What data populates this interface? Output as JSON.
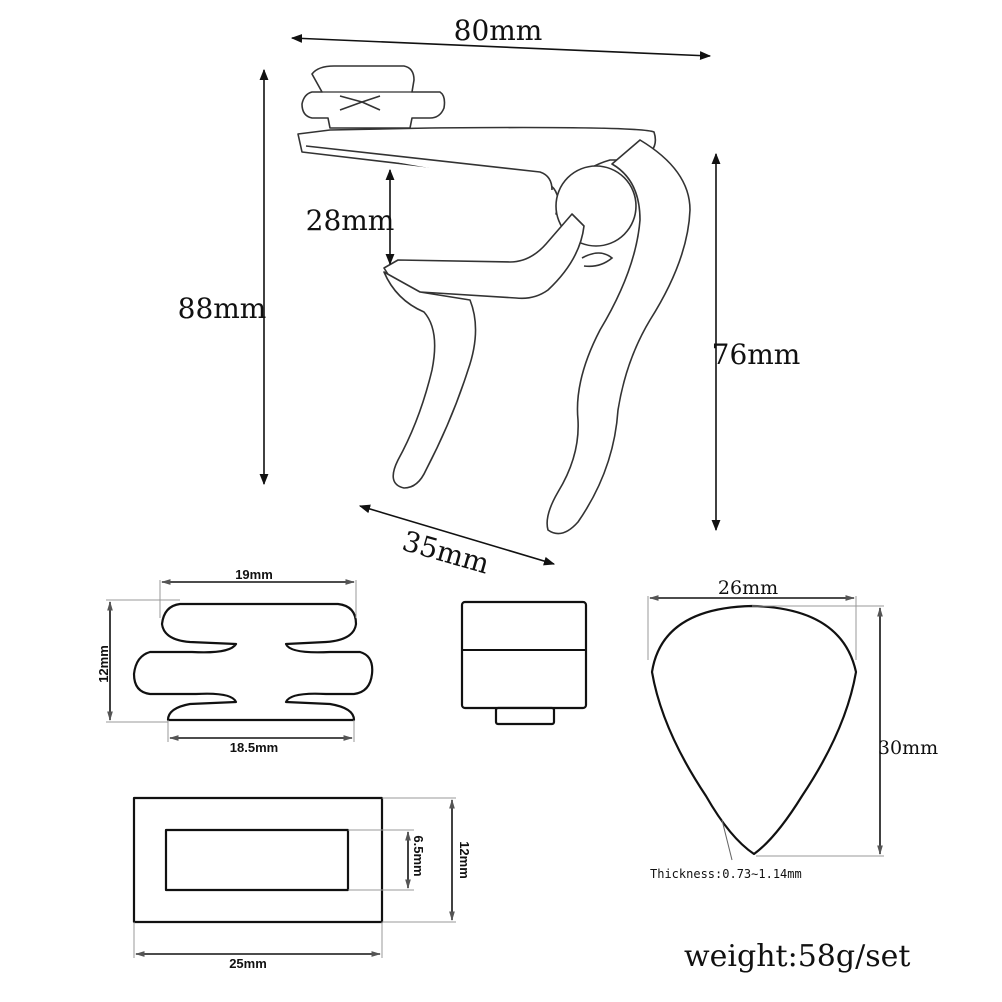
{
  "capo": {
    "width_label": "80mm",
    "height_label": "88mm",
    "opening_label": "28mm",
    "body_height_label": "76mm",
    "depth_label": "35mm"
  },
  "rubber_pad": {
    "top_width_label": "19mm",
    "height_label": "12mm",
    "bottom_width_label": "18.5mm"
  },
  "insert": {
    "width_label": "25mm",
    "height_label": "12mm",
    "inner_height_label": "6.5mm"
  },
  "pick": {
    "width_label": "26mm",
    "height_label": "30mm",
    "thickness_label": "Thickness:0.73∼1.14mm"
  },
  "weight_label": "weight:58g/set"
}
